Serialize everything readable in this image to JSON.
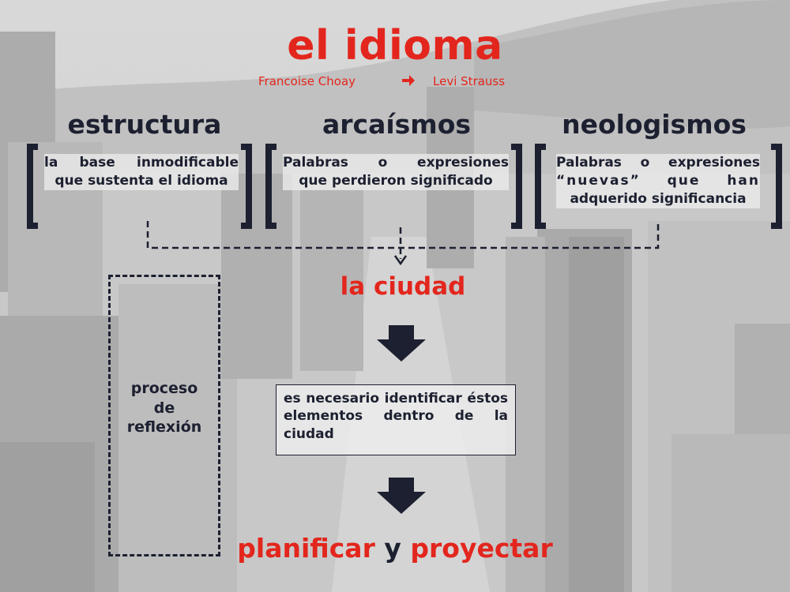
{
  "title": "el idioma",
  "subtitle": {
    "left": "Francoise Choay",
    "right": "Levi Strauss"
  },
  "columns": [
    {
      "heading": "estructura",
      "lines": [
        "la base inmodificable",
        "que sustenta el idioma"
      ]
    },
    {
      "heading": "arcaísmos",
      "lines": [
        "Palabras o expresiones",
        "que perdieron significado"
      ]
    },
    {
      "heading": "neologismos",
      "lines": [
        "Palabras o expresiones",
        "“nuevas” que han",
        "adquerido significancia"
      ]
    }
  ],
  "center": "la ciudad",
  "side": {
    "lines": [
      "proceso",
      "de",
      "reflexión"
    ]
  },
  "note": "es necesario identificar éstos elementos dentro de la ciudad",
  "final": {
    "part1": "planificar",
    "part2": "y",
    "part3": "proyectar"
  },
  "colors": {
    "accent": "#e3261d",
    "dark": "#1c2030"
  }
}
